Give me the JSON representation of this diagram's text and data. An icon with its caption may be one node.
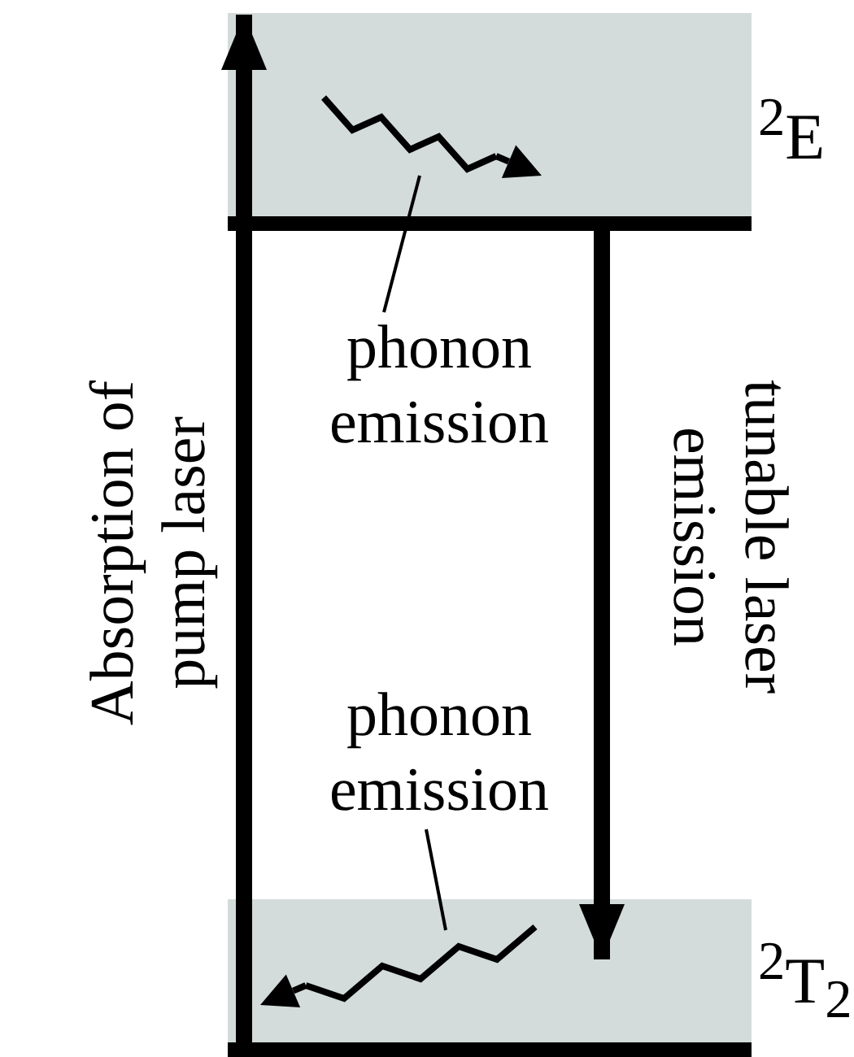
{
  "diagram": {
    "nodes": [
      {
        "text": [
          "$^{2}$E"
        ]
      },
      {
        "text": [
          "$^{2}$T$_{2}$"
        ]
      },
      {
        "text": [
          "phonon emission"
        ]
      },
      {
        "text": [],
        "shape": "arrow",
        "in": 0
      },
      {
        "text": [
          "phonon emission"
        ]
      },
      {
        "text": [],
        "shape": "arrow",
        "in": 1
      }
    ],
    "edges": [
      {
        "from": 1,
        "to": 0,
        "arrow": "to",
        "label": "Absorption of pump laser",
        "style": "thick"
      },
      {
        "from": 0,
        "to": 1,
        "arrow": "to",
        "label": "tunable laser emission",
        "style": "thick"
      },
      {
        "from": 2,
        "to": 3,
        "arrow": "none"
      },
      {
        "from": 4,
        "to": 5,
        "arrow": "none"
      }
    ]
  }
}
